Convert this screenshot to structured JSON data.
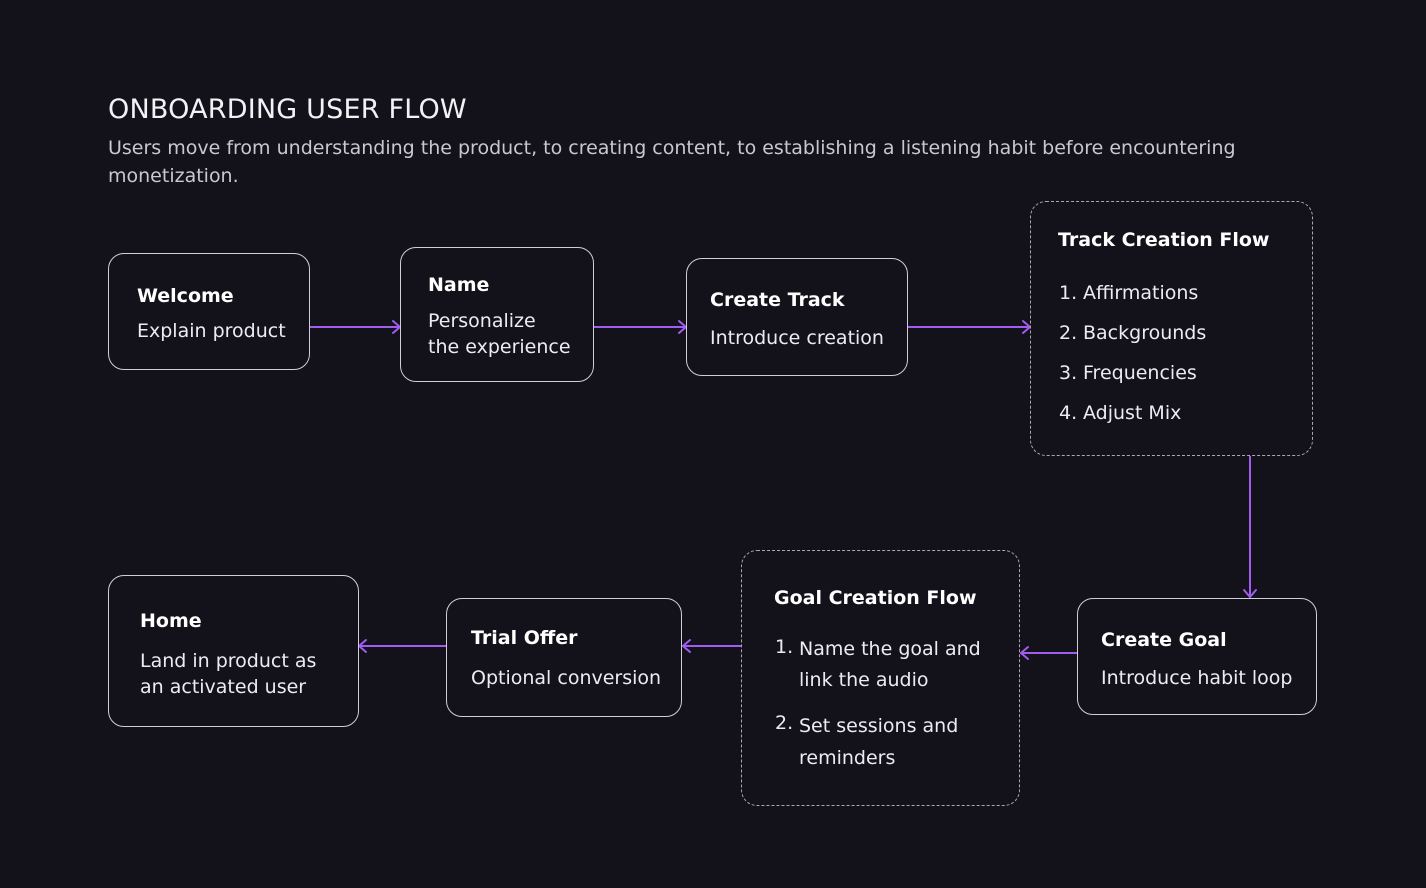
{
  "header": {
    "title": "ONBOARDING USER FLOW",
    "subtitle": "Users move from understanding the product, to creating content, to establishing a listening habit before encountering monetization."
  },
  "nodes": {
    "welcome": {
      "title": "Welcome",
      "desc": "Explain product"
    },
    "name": {
      "title": "Name",
      "desc_line1": "Personalize",
      "desc_line2": "the experience"
    },
    "create_track": {
      "title": "Create Track",
      "desc": "Introduce creation"
    },
    "track_flow": {
      "title": "Track Creation Flow",
      "steps": [
        {
          "num": "1.",
          "text": "Affirmations"
        },
        {
          "num": "2.",
          "text": "Backgrounds"
        },
        {
          "num": "3.",
          "text": "Frequencies"
        },
        {
          "num": "4.",
          "text": "Adjust Mix"
        }
      ]
    },
    "create_goal": {
      "title": "Create Goal",
      "desc": "Introduce habit loop"
    },
    "goal_flow": {
      "title": "Goal Creation Flow",
      "steps": [
        {
          "num": "1.",
          "line1": "Name the goal and",
          "line2": "link the audio"
        },
        {
          "num": "2.",
          "line1": "Set sessions and",
          "line2": "reminders"
        }
      ]
    },
    "trial_offer": {
      "title": "Trial Offer",
      "desc": "Optional conversion"
    },
    "home": {
      "title": "Home",
      "desc_line1": "Land in product as",
      "desc_line2": "an activated user"
    }
  },
  "colors": {
    "background": "#13121b",
    "arrow": "#a15cf0",
    "border": "#cfcfd6",
    "dashed_border": "#a9a9b3"
  }
}
